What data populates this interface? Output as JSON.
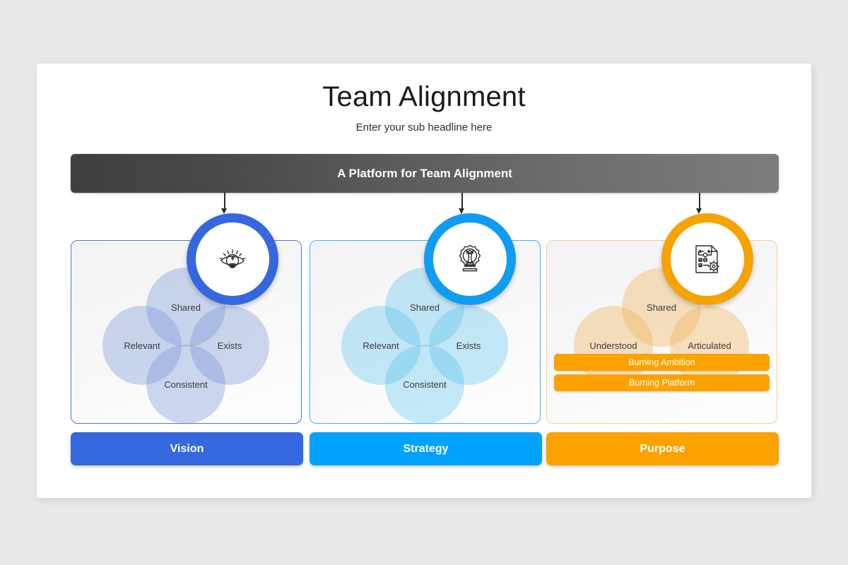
{
  "slide": {
    "title": "Team Alignment",
    "subtitle": "Enter your sub headline here",
    "banner_text": "A Platform for Team Alignment",
    "colors": {
      "background": "#e8e8ea",
      "slide": "#ffffff",
      "banner_gradient_start": "#3f3f3f",
      "banner_gradient_end": "#7d7d7d",
      "vision": "#3568de",
      "strategy": "#00a2fc",
      "purpose": "#fca200"
    }
  },
  "columns": [
    {
      "key": "vision",
      "label": "Vision",
      "accent": "#3568de",
      "icon": "eye-lightbulb-icon",
      "venn": {
        "top": "Shared",
        "left": "Relevant",
        "right": "Exists",
        "bottom": "Consistent"
      },
      "bars": []
    },
    {
      "key": "strategy",
      "label": "Strategy",
      "accent": "#00a2fc",
      "icon": "chess-gear-icon",
      "venn": {
        "top": "Shared",
        "left": "Relevant",
        "right": "Exists",
        "bottom": "Consistent"
      },
      "bars": []
    },
    {
      "key": "purpose",
      "label": "Purpose",
      "accent": "#fca200",
      "icon": "document-gear-icon",
      "venn": {
        "top": "Shared",
        "left": "Understood",
        "right": "Articulated"
      },
      "bars": [
        "Burning Ambition",
        "Burning Platform"
      ]
    }
  ]
}
